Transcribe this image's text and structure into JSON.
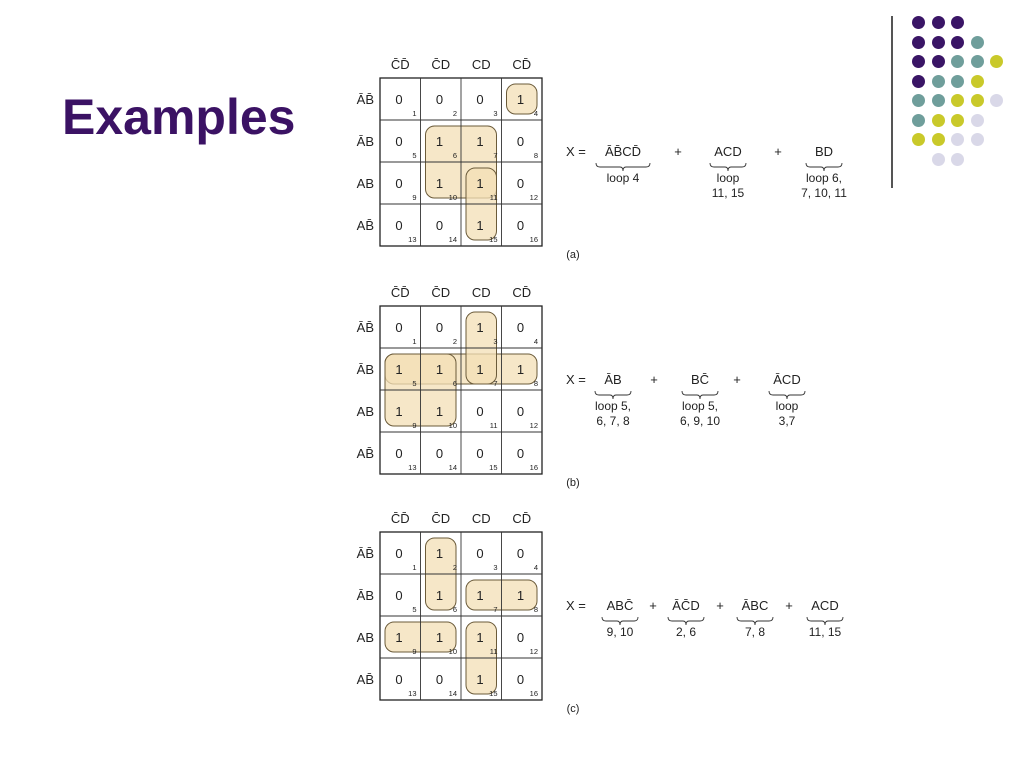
{
  "slide": {
    "title": "Examples"
  },
  "theme": {
    "title_color": "#3b1264",
    "dot_colors": {
      "purple": "#3a1566",
      "teal": "#6f9e9b",
      "yellow": "#c9c92a",
      "lavender": "#d9d8e8"
    },
    "loop_fill": "#f3dfb5",
    "loop_stroke": "#6b5b3a"
  },
  "decor_dots": [
    [
      "purple",
      "purple",
      "purple"
    ],
    [
      "purple",
      "purple",
      "purple",
      "teal"
    ],
    [
      "purple",
      "purple",
      "teal",
      "teal",
      "yellow"
    ],
    [
      "purple",
      "teal",
      "teal",
      "yellow"
    ],
    [
      "teal",
      "teal",
      "yellow",
      "yellow",
      "lavender"
    ],
    [
      "teal",
      "yellow",
      "yellow",
      "lavender"
    ],
    [
      "yellow",
      "yellow",
      "lavender",
      "lavender"
    ],
    [
      "lavender",
      "lavender"
    ]
  ],
  "kmap_header": {
    "cols": [
      "C̄D̄",
      "C̄D",
      "CD",
      "CD̄"
    ],
    "rows": [
      "ĀB̄",
      "ĀB",
      "AB",
      "AB̄"
    ]
  },
  "examples": [
    {
      "label": "(a)",
      "cells": [
        [
          0,
          0,
          0,
          1
        ],
        [
          0,
          1,
          1,
          0
        ],
        [
          0,
          1,
          1,
          0
        ],
        [
          0,
          0,
          1,
          0
        ]
      ],
      "numbers": [
        [
          1,
          2,
          3,
          4
        ],
        [
          5,
          6,
          7,
          8
        ],
        [
          9,
          10,
          11,
          12
        ],
        [
          13,
          14,
          15,
          16
        ]
      ],
      "loops": [
        {
          "r0": 0,
          "c0": 3,
          "r1": 0,
          "c1": 3
        },
        {
          "r0": 1,
          "c0": 1,
          "r1": 2,
          "c1": 2
        },
        {
          "r0": 2,
          "c0": 2,
          "r1": 3,
          "c1": 2
        }
      ],
      "equation": {
        "lhs": "X =",
        "terms": [
          {
            "text": "ĀB̄CD̄",
            "note": [
              "loop 4"
            ]
          },
          {
            "text": "ACD",
            "note": [
              "loop",
              "11, 15"
            ]
          },
          {
            "text": "BD",
            "note": [
              "loop 6,",
              "7, 10, 11"
            ]
          }
        ]
      }
    },
    {
      "label": "(b)",
      "cells": [
        [
          0,
          0,
          1,
          0
        ],
        [
          1,
          1,
          1,
          1
        ],
        [
          1,
          1,
          0,
          0
        ],
        [
          0,
          0,
          0,
          0
        ]
      ],
      "numbers": [
        [
          1,
          2,
          3,
          4
        ],
        [
          5,
          6,
          7,
          8
        ],
        [
          9,
          10,
          11,
          12
        ],
        [
          13,
          14,
          15,
          16
        ]
      ],
      "loops": [
        {
          "r0": 1,
          "c0": 0,
          "r1": 1,
          "c1": 3
        },
        {
          "r0": 1,
          "c0": 0,
          "r1": 2,
          "c1": 1
        },
        {
          "r0": 0,
          "c0": 2,
          "r1": 1,
          "c1": 2
        }
      ],
      "equation": {
        "lhs": "X =",
        "terms": [
          {
            "text": "ĀB",
            "note": [
              "loop 5,",
              "6, 7, 8"
            ]
          },
          {
            "text": "BC̄",
            "note": [
              "loop 5,",
              "6, 9, 10"
            ]
          },
          {
            "text": "ĀCD",
            "note": [
              "loop",
              "3,7"
            ]
          }
        ]
      }
    },
    {
      "label": "(c)",
      "cells": [
        [
          0,
          1,
          0,
          0
        ],
        [
          0,
          1,
          1,
          1
        ],
        [
          1,
          1,
          1,
          0
        ],
        [
          0,
          0,
          1,
          0
        ]
      ],
      "numbers": [
        [
          1,
          2,
          3,
          4
        ],
        [
          5,
          6,
          7,
          8
        ],
        [
          9,
          10,
          11,
          12
        ],
        [
          13,
          14,
          15,
          16
        ]
      ],
      "loops": [
        {
          "r0": 0,
          "c0": 1,
          "r1": 1,
          "c1": 1
        },
        {
          "r0": 1,
          "c0": 2,
          "r1": 1,
          "c1": 3
        },
        {
          "r0": 2,
          "c0": 0,
          "r1": 2,
          "c1": 1
        },
        {
          "r0": 2,
          "c0": 2,
          "r1": 3,
          "c1": 2
        }
      ],
      "equation": {
        "lhs": "X =",
        "terms": [
          {
            "text": "ABC̄",
            "note": [
              "9, 10"
            ]
          },
          {
            "text": "ĀC̄D",
            "note": [
              "2, 6"
            ]
          },
          {
            "text": "ĀBC",
            "note": [
              "7, 8"
            ]
          },
          {
            "text": "ACD",
            "note": [
              "11, 15"
            ]
          }
        ]
      }
    }
  ]
}
